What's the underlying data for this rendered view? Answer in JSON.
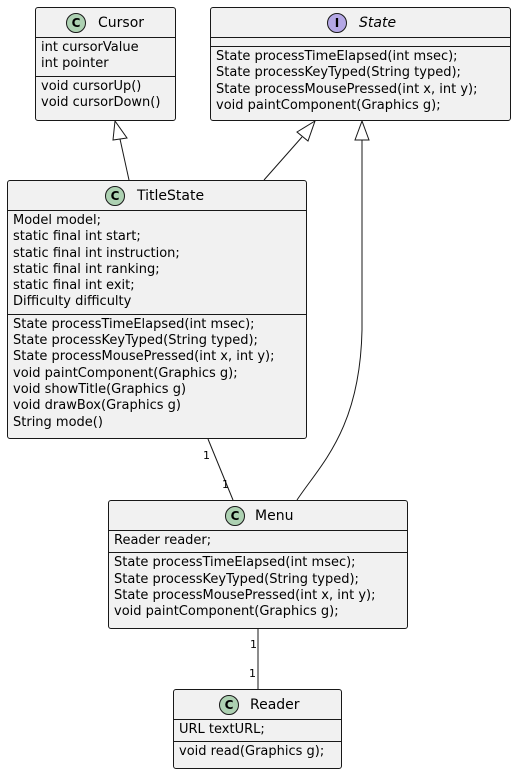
{
  "diagram": {
    "classes": [
      {
        "id": "cursor",
        "name": "Cursor",
        "stereotype_badge": "C",
        "kind": "class",
        "attributes": [
          "int cursorValue",
          "int pointer"
        ],
        "methods": [
          "void cursorUp()",
          "void cursorDown()"
        ]
      },
      {
        "id": "state",
        "name": "State",
        "stereotype_badge": "I",
        "kind": "interface",
        "attributes": [],
        "methods": [
          "State processTimeElapsed(int msec);",
          "State processKeyTyped(String typed);",
          "State processMousePressed(int x, int y);",
          "void paintComponent(Graphics g);"
        ]
      },
      {
        "id": "titlestate",
        "name": "TitleState",
        "stereotype_badge": "C",
        "kind": "class",
        "attributes": [
          "Model model;",
          "static final int start;",
          "static final int instruction;",
          "static final int ranking;",
          "static final int exit;",
          "Difficulty difficulty"
        ],
        "methods": [
          "State processTimeElapsed(int msec);",
          "State processKeyTyped(String typed);",
          "State processMousePressed(int x, int y);",
          "void paintComponent(Graphics g);",
          "void showTitle(Graphics g)",
          "void drawBox(Graphics g)",
          "String mode()"
        ]
      },
      {
        "id": "menu",
        "name": "Menu",
        "stereotype_badge": "C",
        "kind": "class",
        "attributes": [
          "Reader reader;"
        ],
        "methods": [
          "State processTimeElapsed(int msec);",
          "State processKeyTyped(String typed);",
          "State processMousePressed(int x, int y);",
          "void paintComponent(Graphics g);"
        ]
      },
      {
        "id": "reader",
        "name": "Reader",
        "stereotype_badge": "C",
        "kind": "class",
        "attributes": [
          "URL textURL;"
        ],
        "methods": [
          "void read(Graphics g);"
        ]
      }
    ],
    "relations": [
      {
        "from": "titlestate",
        "to": "cursor",
        "type": "extends"
      },
      {
        "from": "titlestate",
        "to": "state",
        "type": "implements"
      },
      {
        "from": "menu",
        "to": "state",
        "type": "implements"
      },
      {
        "from": "titlestate",
        "to": "menu",
        "type": "association",
        "from_mult": "1",
        "to_mult": "1"
      },
      {
        "from": "menu",
        "to": "reader",
        "type": "association",
        "from_mult": "1",
        "to_mult": "1"
      }
    ],
    "colors": {
      "class_badge": "#add1b2",
      "interface_badge": "#b4a7e5",
      "box_fill": "#f1f1f1",
      "line": "#181818"
    }
  }
}
